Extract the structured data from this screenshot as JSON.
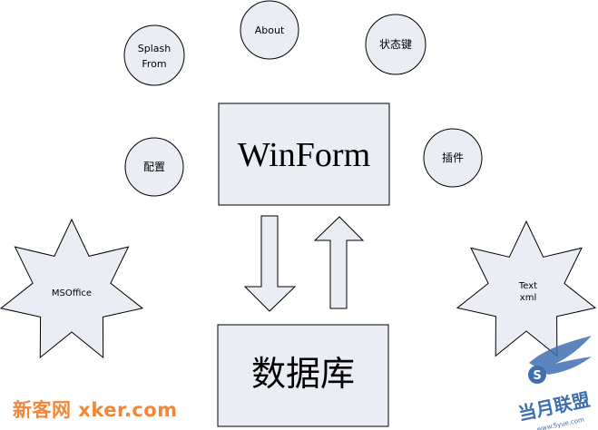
{
  "diagram": {
    "center_box": {
      "label": "WinForm"
    },
    "db_box": {
      "label": "数据库"
    },
    "circles": [
      {
        "id": "splash",
        "lines": [
          "Splash",
          "From"
        ]
      },
      {
        "id": "about",
        "lines": [
          "About"
        ]
      },
      {
        "id": "statekey",
        "lines": [
          "状态键"
        ]
      },
      {
        "id": "config",
        "lines": [
          "配置"
        ]
      },
      {
        "id": "plugin",
        "lines": [
          "插件"
        ]
      }
    ],
    "stars": [
      {
        "id": "msoffice",
        "lines": [
          "MSOffice"
        ]
      },
      {
        "id": "textxml",
        "lines": [
          "Text",
          "xml"
        ]
      }
    ]
  },
  "watermark": {
    "left_text": "新客网 xker.com",
    "right_logo_text": "当月联盟",
    "right_logo_letter": "S",
    "right_logo_url": "www.5yue.com"
  },
  "colors": {
    "shape_fill": "#eaedf4",
    "shape_stroke": "#000000",
    "watermark_orange": "#f0873a",
    "logo_blue": "#3f6fb1"
  }
}
